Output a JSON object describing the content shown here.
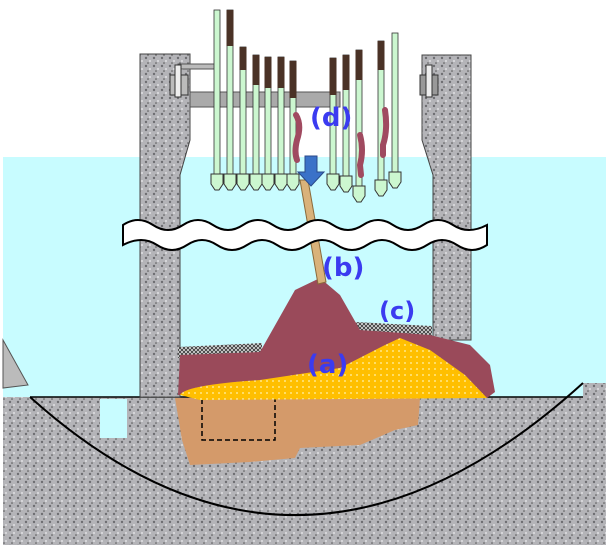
{
  "labels": {
    "a": "(a)",
    "b": "(b)",
    "c": "(c)",
    "d": "(d)"
  },
  "colors": {
    "water": "#c8fcff",
    "concrete": "#a9a9ad",
    "fuel_debris": "#ffbf00",
    "mound": "#9a4a5a",
    "eroded_concrete": "#d49a6a",
    "rod": "#ccf7d0",
    "rod_top": "#4a3226",
    "arrow": "#3a72c8",
    "label": "#3b3bf0"
  }
}
